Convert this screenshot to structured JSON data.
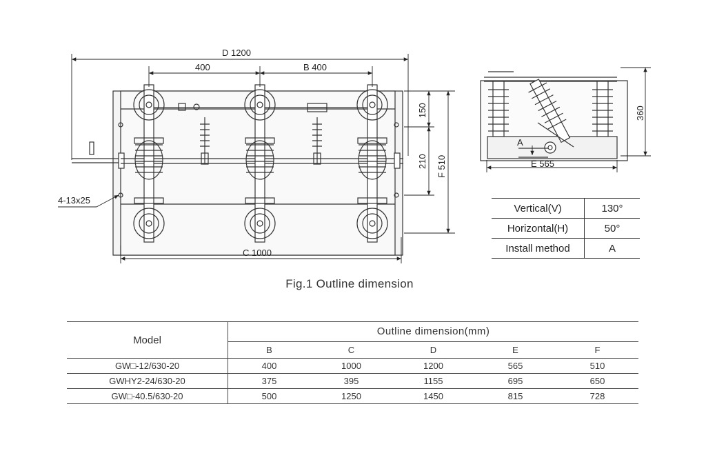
{
  "front_view": {
    "dim_d": "D 1200",
    "dim_400": "400",
    "dim_b": "B 400",
    "dim_150": "150",
    "dim_210": "210",
    "dim_f": "F 510",
    "dim_c": "C 1000",
    "hole_label": "4-13x25"
  },
  "side_view": {
    "dim_360": "360",
    "dim_e": "E 565",
    "angle_a": "A"
  },
  "angle_table": [
    {
      "label": "Vertical(V)",
      "value": "130°"
    },
    {
      "label": "Horizontal(H)",
      "value": "50°"
    },
    {
      "label": "Install method",
      "value": "A"
    }
  ],
  "caption": "Fig.1 Outline dimension",
  "dimension_table": {
    "model_header": "Model",
    "group_header": "Outline dimension(mm)",
    "columns": [
      "B",
      "C",
      "D",
      "E",
      "F"
    ],
    "rows": [
      {
        "model": "GW□-12/630-20",
        "values": [
          "400",
          "1000",
          "1200",
          "565",
          "510"
        ]
      },
      {
        "model": "GWHY2-24/630-20",
        "values": [
          "375",
          "395",
          "1155",
          "695",
          "650"
        ]
      },
      {
        "model": "GW□-40.5/630-20",
        "values": [
          "500",
          "1250",
          "1450",
          "815",
          "728"
        ]
      }
    ]
  }
}
